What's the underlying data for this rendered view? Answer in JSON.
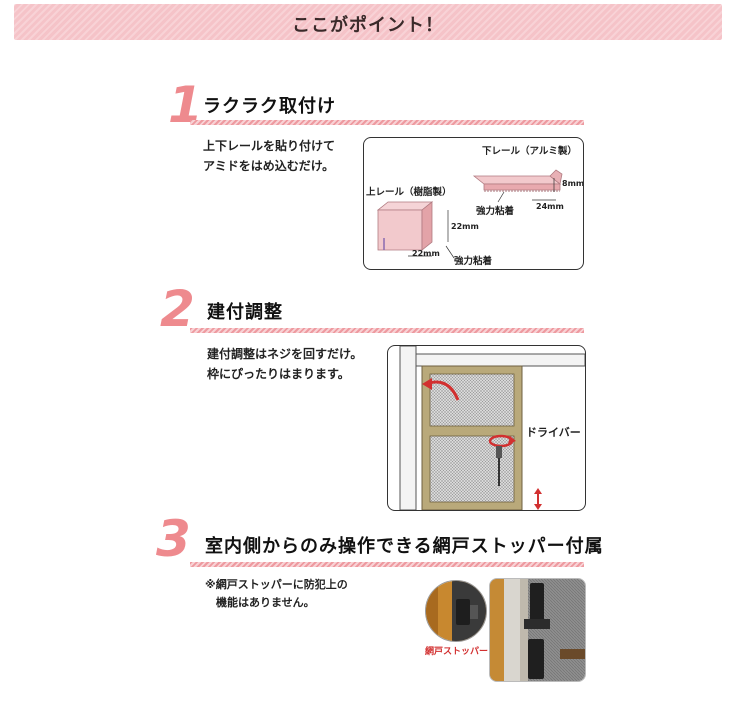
{
  "header": {
    "title": "ここがポイント！"
  },
  "sections": [
    {
      "number": "1",
      "title": "ラクラク取付け",
      "description": [
        "上下レールを貼り付けて",
        "アミドをはめ込むだけ。"
      ],
      "labels": {
        "lower_rail": "下レール（アルミ製）",
        "upper_rail": "上レール（樹脂製）",
        "adhesive_lower": "強力粘着",
        "adhesive_upper": "強力粘着",
        "dim_8": "8mm",
        "dim_24": "24mm",
        "dim_22_h": "22mm",
        "dim_22_w": "22mm"
      }
    },
    {
      "number": "2",
      "title": "建付調整",
      "description": [
        "建付調整はネジを回すだけ。",
        "枠にぴったりはまります。"
      ],
      "labels": {
        "driver": "ドライバー"
      }
    },
    {
      "number": "3",
      "title": "室内側からのみ操作できる網戸ストッパー付属",
      "description": [
        "※網戸ストッパーに防犯上の",
        "　機能はありません。"
      ],
      "labels": {
        "stopper": "網戸ストッパー"
      }
    }
  ],
  "colors": {
    "accent_pink": "#ee8a8e",
    "header_bg": "#f5c3c8",
    "rail_pink": "#f2c9cc",
    "frame_tan": "#b9a97a",
    "arrow_red": "#d23030"
  }
}
